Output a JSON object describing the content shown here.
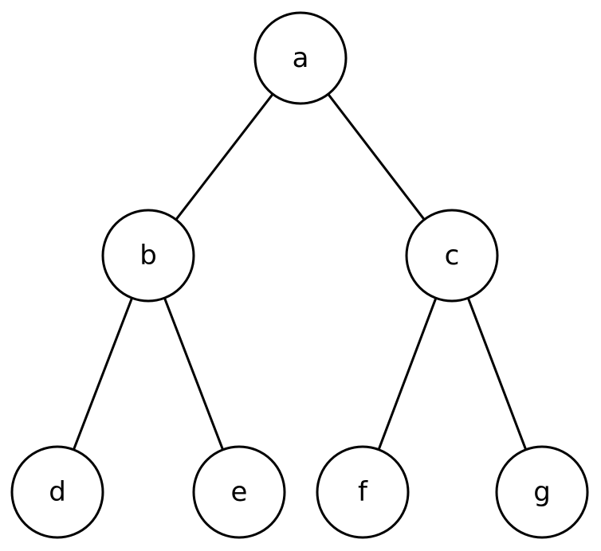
{
  "diagram": {
    "nodes": [
      {
        "id": "a",
        "label": "a"
      },
      {
        "id": "b",
        "label": "b"
      },
      {
        "id": "c",
        "label": "c"
      },
      {
        "id": "d",
        "label": "d"
      },
      {
        "id": "e",
        "label": "e"
      },
      {
        "id": "f",
        "label": "f"
      },
      {
        "id": "g",
        "label": "g"
      }
    ],
    "edges": [
      {
        "from": "a",
        "to": "b"
      },
      {
        "from": "a",
        "to": "c"
      },
      {
        "from": "b",
        "to": "d"
      },
      {
        "from": "b",
        "to": "e"
      },
      {
        "from": "c",
        "to": "f"
      },
      {
        "from": "c",
        "to": "g"
      }
    ]
  }
}
